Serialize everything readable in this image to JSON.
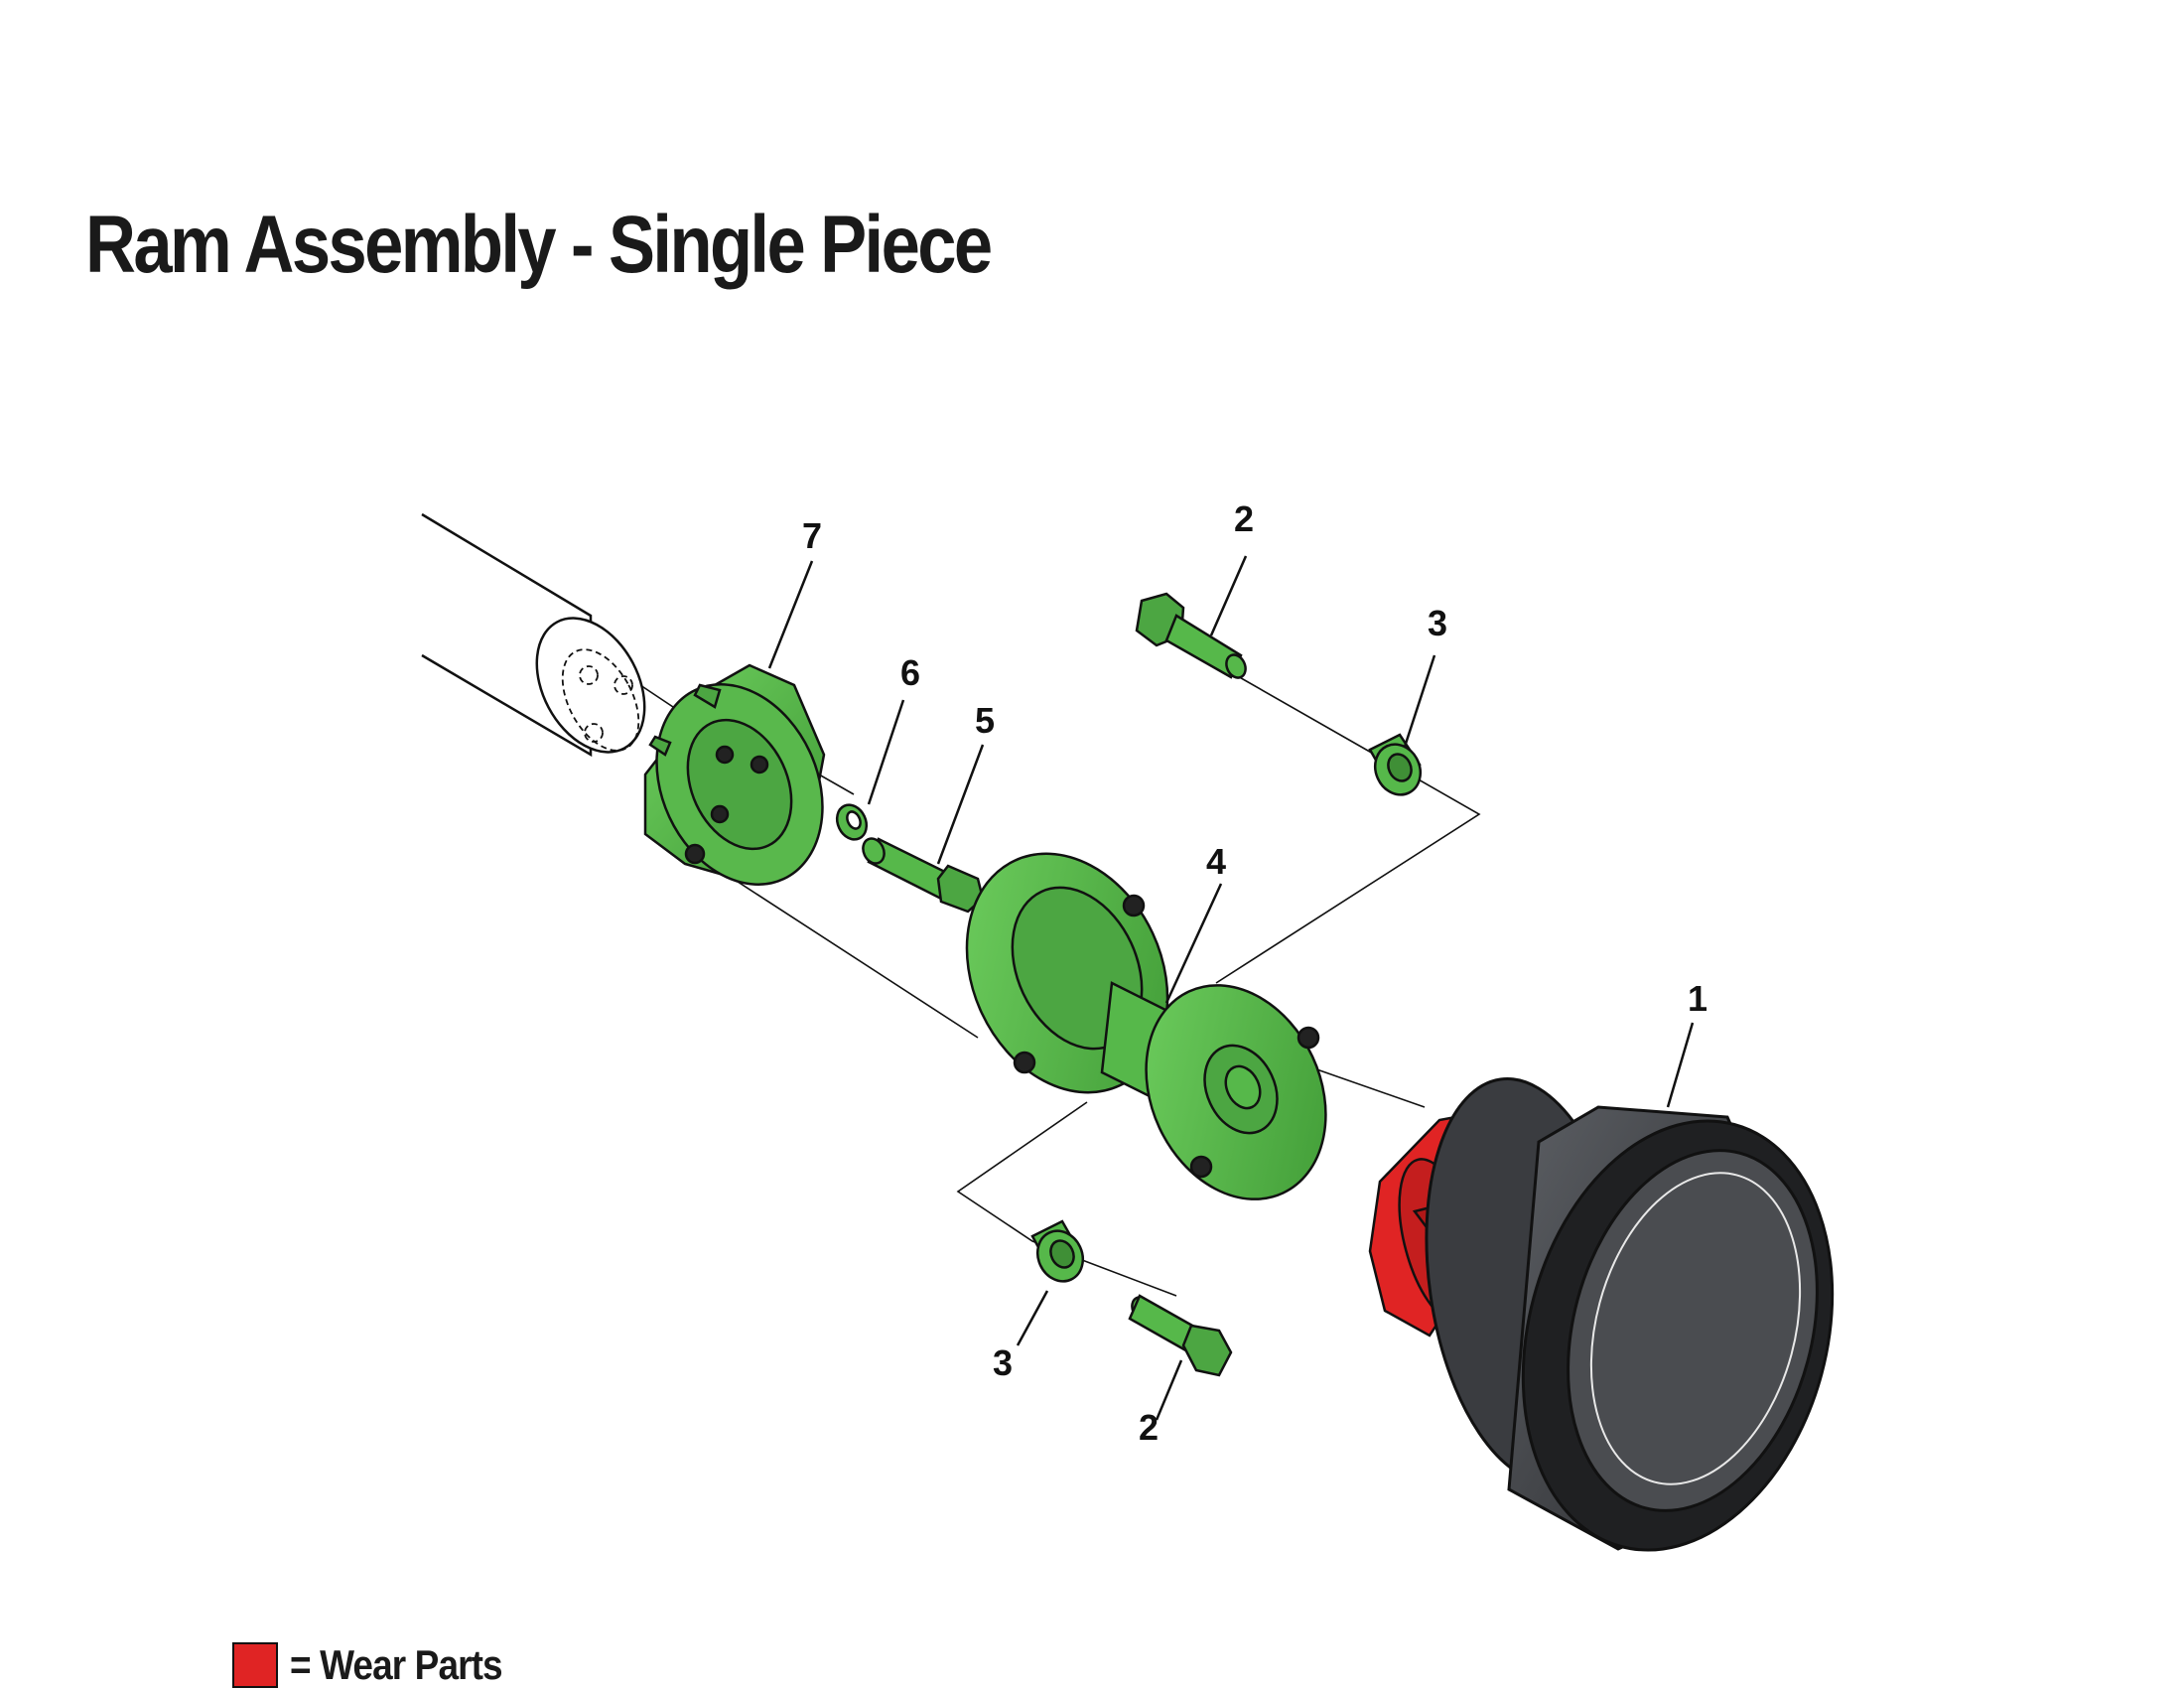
{
  "title": "Ram Assembly - Single Piece",
  "colors": {
    "structural": "#56b84a",
    "structural_dark": "#3f8f36",
    "wear": "#e02424",
    "wear_dark": "#b01818",
    "ram": "#4a4c50",
    "ram_dark": "#1f2022",
    "outline": "#111111"
  },
  "callouts": [
    {
      "id": "callout-1",
      "label": "1"
    },
    {
      "id": "callout-2-top",
      "label": "2"
    },
    {
      "id": "callout-2-bottom",
      "label": "2"
    },
    {
      "id": "callout-3-top",
      "label": "3"
    },
    {
      "id": "callout-3-bottom",
      "label": "3"
    },
    {
      "id": "callout-4",
      "label": "4"
    },
    {
      "id": "callout-5",
      "label": "5"
    },
    {
      "id": "callout-6",
      "label": "6"
    },
    {
      "id": "callout-7",
      "label": "7"
    }
  ],
  "legend": {
    "label": "= Wear Parts",
    "swatch_color": "#e02424"
  }
}
